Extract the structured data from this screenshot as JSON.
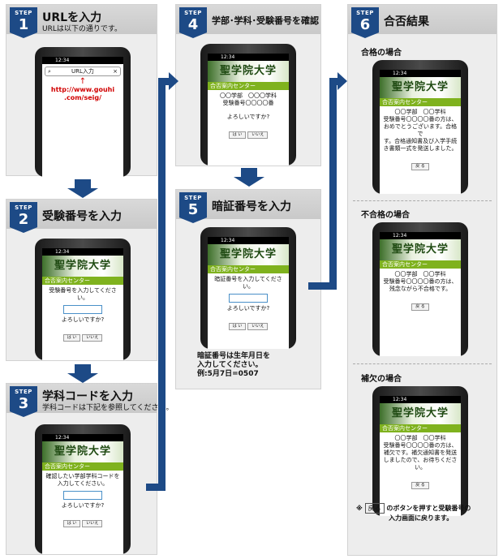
{
  "step_label": "STEP",
  "steps": {
    "s1": {
      "num": "1",
      "title": "URLを入力",
      "sub": "URLは以下の通りです。"
    },
    "s2": {
      "num": "2",
      "title": "受験番号を入力"
    },
    "s3": {
      "num": "3",
      "title": "学科コードを入力",
      "sub": "学科コードは下記を参照してください。"
    },
    "s4": {
      "num": "4",
      "title": "学部･学科･受験番号を確認"
    },
    "s5": {
      "num": "5",
      "title": "暗証番号を入力"
    },
    "s6": {
      "num": "6",
      "title": "合否結果"
    }
  },
  "phone": {
    "time": "12:34",
    "logo": "聖学院大学",
    "center": "合否案内センター",
    "yes": "は い",
    "no": "いいえ",
    "confirm": "よろしいですか?",
    "back": "戻 る"
  },
  "s1_screen": {
    "url_placeholder": "URL入力",
    "url": "http://www.gouhi\n.com/seig/"
  },
  "s2_screen": {
    "prompt": "受験番号を入力してください。"
  },
  "s3_screen": {
    "prompt": "確認したい学部学科コードを\n入力してください。"
  },
  "s4_screen": {
    "line1": "〇〇学部　〇〇〇学科",
    "line2": "受験番号〇〇〇〇番"
  },
  "s5_screen": {
    "prompt": "暗証番号を入力してください。"
  },
  "s5_note": "暗証番号は生年月日を\n入力してください。\n例:5月7日=0507",
  "s6": {
    "pass": {
      "heading": "合格の場合",
      "text": "〇〇学部　〇〇学科\n受験番号〇〇〇〇番の方は、\nおめでとうございます。合格で\nす。合格通知書及び入学手続\nき書類一式を発送しました。"
    },
    "fail": {
      "heading": "不合格の場合",
      "text": "〇〇学部　〇〇学科\n受験番号〇〇〇〇番の方は、\n残念ながら不合格です。"
    },
    "wait": {
      "heading": "補欠の場合",
      "text": "〇〇学部　〇〇学科\n受験番号〇〇〇〇番の方は、\n補欠です。補欠通知書を発送\nしましたので、お待ちください。"
    },
    "footnote_mark": "※",
    "footnote_back": "戻る",
    "footnote_text1": "のボタンを押すと受験番号の",
    "footnote_text2": "入力画面に戻ります。"
  }
}
